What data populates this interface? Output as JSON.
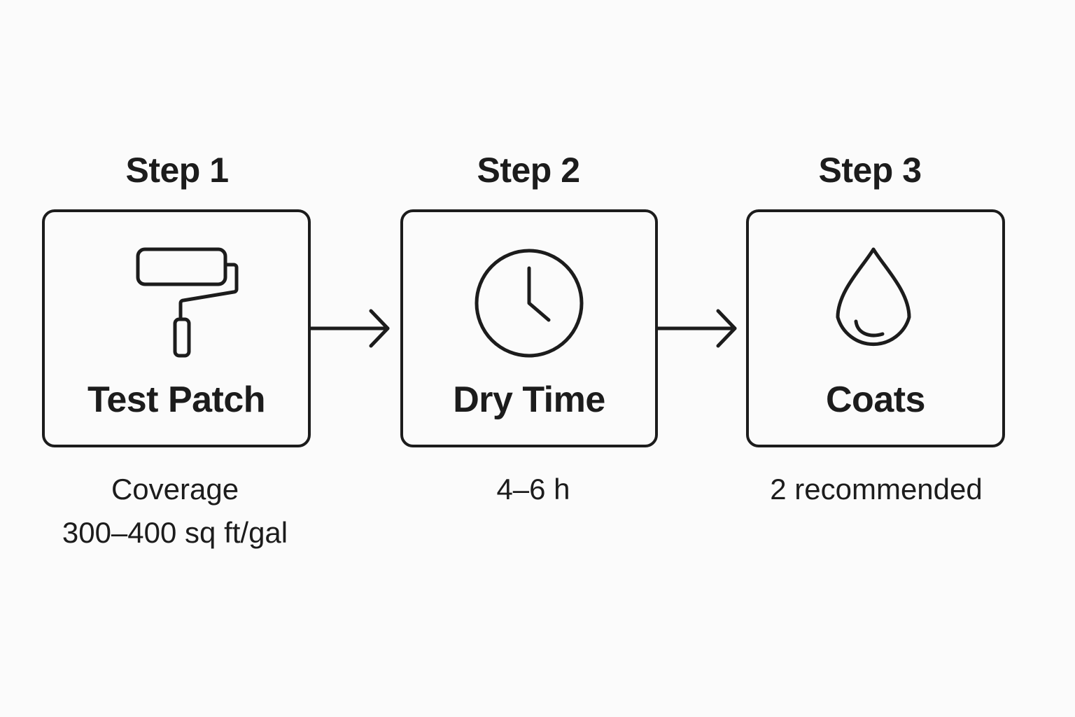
{
  "steps": [
    {
      "heading": "Step 1",
      "title": "Test Patch",
      "icon": "paint-roller-icon",
      "detail_lines": [
        "Coverage",
        "300–400 sq ft/gal"
      ]
    },
    {
      "heading": "Step 2",
      "title": "Dry Time",
      "icon": "clock-icon",
      "detail_lines": [
        "4–6 h"
      ]
    },
    {
      "heading": "Step 3",
      "title": "Coats",
      "icon": "water-drop-icon",
      "detail_lines": [
        "2 recommended"
      ]
    }
  ],
  "colors": {
    "stroke": "#1c1c1c",
    "background": "#fbfbfb"
  }
}
